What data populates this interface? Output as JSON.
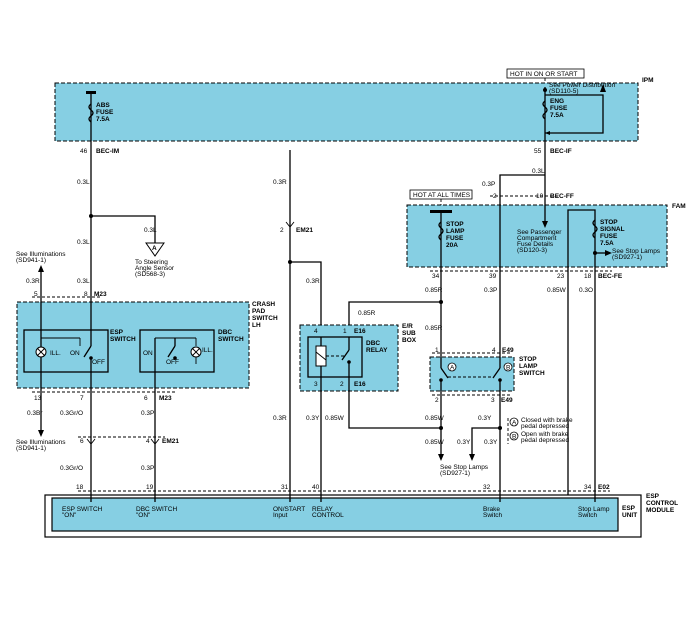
{
  "ipm": {
    "hot_label": "HOT IN ON OR START",
    "name": "IPM",
    "abs_fuse": [
      "ABS",
      "FUSE",
      "7.5A"
    ],
    "eng_fuse": [
      "ENG",
      "FUSE",
      "7.5A"
    ],
    "power_ref": [
      "See Power Distribution",
      "(SD110-5)"
    ],
    "pin_left": "46",
    "conn_left": "BEC-IM",
    "pin_right": "55",
    "conn_right": "BEC-IF"
  },
  "fam": {
    "hot_label": "HOT AT ALL TIMES",
    "name": "FAM",
    "conn": "BEC-FF",
    "pin_top_a": "2",
    "pin_top_b": "10",
    "stop_lamp_fuse": [
      "STOP",
      "LAMP",
      "FUSE",
      "20A"
    ],
    "passenger_ref": [
      "See Passenger",
      "Compartment",
      "Fuse Details",
      "(SD120-3)"
    ],
    "stop_signal_fuse": [
      "STOP",
      "SIGNAL",
      "FUSE",
      "7.5A"
    ],
    "stop_lamps_ref": [
      "See Stop Lamps",
      "(SD927-1)"
    ],
    "pins_bottom": [
      "34",
      "39",
      "23",
      "18"
    ],
    "conn_bottom": "BEC-FE"
  },
  "wires": {
    "w_03L_a": "0.3L",
    "w_03L_b": "0.3L",
    "w_03L_c": "0.3L",
    "w_03L_d": "0.3L",
    "w_03R_a": "0.3R",
    "w_03R_b": "0.3R",
    "w_03R_c": "0.3R",
    "w_03R_d": "0.3R",
    "w_03P_a": "0.3P",
    "w_03P_b": "0.3P",
    "w_03P_c": "0.3P",
    "w_03P_d": "0.3P",
    "w_085R_a": "0.85R",
    "w_085R_b": "0.85R",
    "w_085R_c": "0.85R",
    "w_085W_a": "0.85W",
    "w_085W_b": "0.85W",
    "w_085W_c": "0.85W",
    "w_085W_d": "0.85W",
    "w_03O": "0.3O",
    "w_03Br": "0.3Br",
    "w_03GrO_a": "0.3Gr/O",
    "w_03GrO_b": "0.3Gr/O",
    "w_03Y_a": "0.3Y",
    "w_03Y_b": "0.3Y",
    "w_03Y_c": "0.3Y",
    "w_03Y_d": "0.3Y"
  },
  "em21": {
    "label": "EM21",
    "pin_top": "2",
    "pin_bottom": "4"
  },
  "a_marker": "A",
  "steering_ref": [
    "To Steering",
    "Angle Sensor",
    "(SD568-3)"
  ],
  "illum_ref_top": [
    "See Illuminations",
    "(SD941-1)"
  ],
  "illum_ref_bottom": [
    "See Illuminations",
    "(SD941-1)"
  ],
  "crash_pad": {
    "name": [
      "CRASH",
      "PAD",
      "SWITCH",
      "LH"
    ],
    "conn": "M23",
    "pins_top": [
      "5",
      "8"
    ],
    "pins_bottom": [
      "13",
      "7",
      "6"
    ],
    "esp_switch": [
      "ESP",
      "SWITCH"
    ],
    "dbc_switch": [
      "DBC",
      "SWITCH"
    ],
    "ill": "ILL.",
    "on": "ON",
    "off": "OFF"
  },
  "er_box": {
    "name": [
      "E/R",
      "SUB",
      "BOX"
    ],
    "conn": "E16",
    "relay": [
      "DBC",
      "RELAY"
    ],
    "pins": [
      "4",
      "1",
      "3",
      "2"
    ]
  },
  "stop_switch": {
    "name": [
      "STOP",
      "LAMP",
      "SWITCH"
    ],
    "conn": "E49",
    "pins": [
      "1",
      "4",
      "2",
      "3"
    ],
    "a": "A",
    "b": "B",
    "note_a": [
      "Closed with brake",
      "pedal depressed"
    ],
    "note_b": [
      "Open with brake",
      "pedal depressed"
    ]
  },
  "stop_lamps_bottom_ref": [
    "See Stop Lamps",
    "(SD927-1)"
  ],
  "esp": {
    "name": [
      "ESP",
      "CONTROL",
      "MODULE"
    ],
    "unit": [
      "ESP",
      "UNIT"
    ],
    "conn": "E02",
    "pins": [
      "18",
      "19",
      "31",
      "40",
      "32",
      "34"
    ],
    "labels": [
      [
        "ESP SWITCH",
        "\"ON\""
      ],
      [
        "DBC SWITCH",
        "\"ON\""
      ],
      [
        "ON/START",
        "Input"
      ],
      [
        "RELAY",
        "CONTROL"
      ],
      [
        "Brake",
        "Switch"
      ],
      [
        "Stop Lamp",
        "Switch"
      ]
    ]
  }
}
